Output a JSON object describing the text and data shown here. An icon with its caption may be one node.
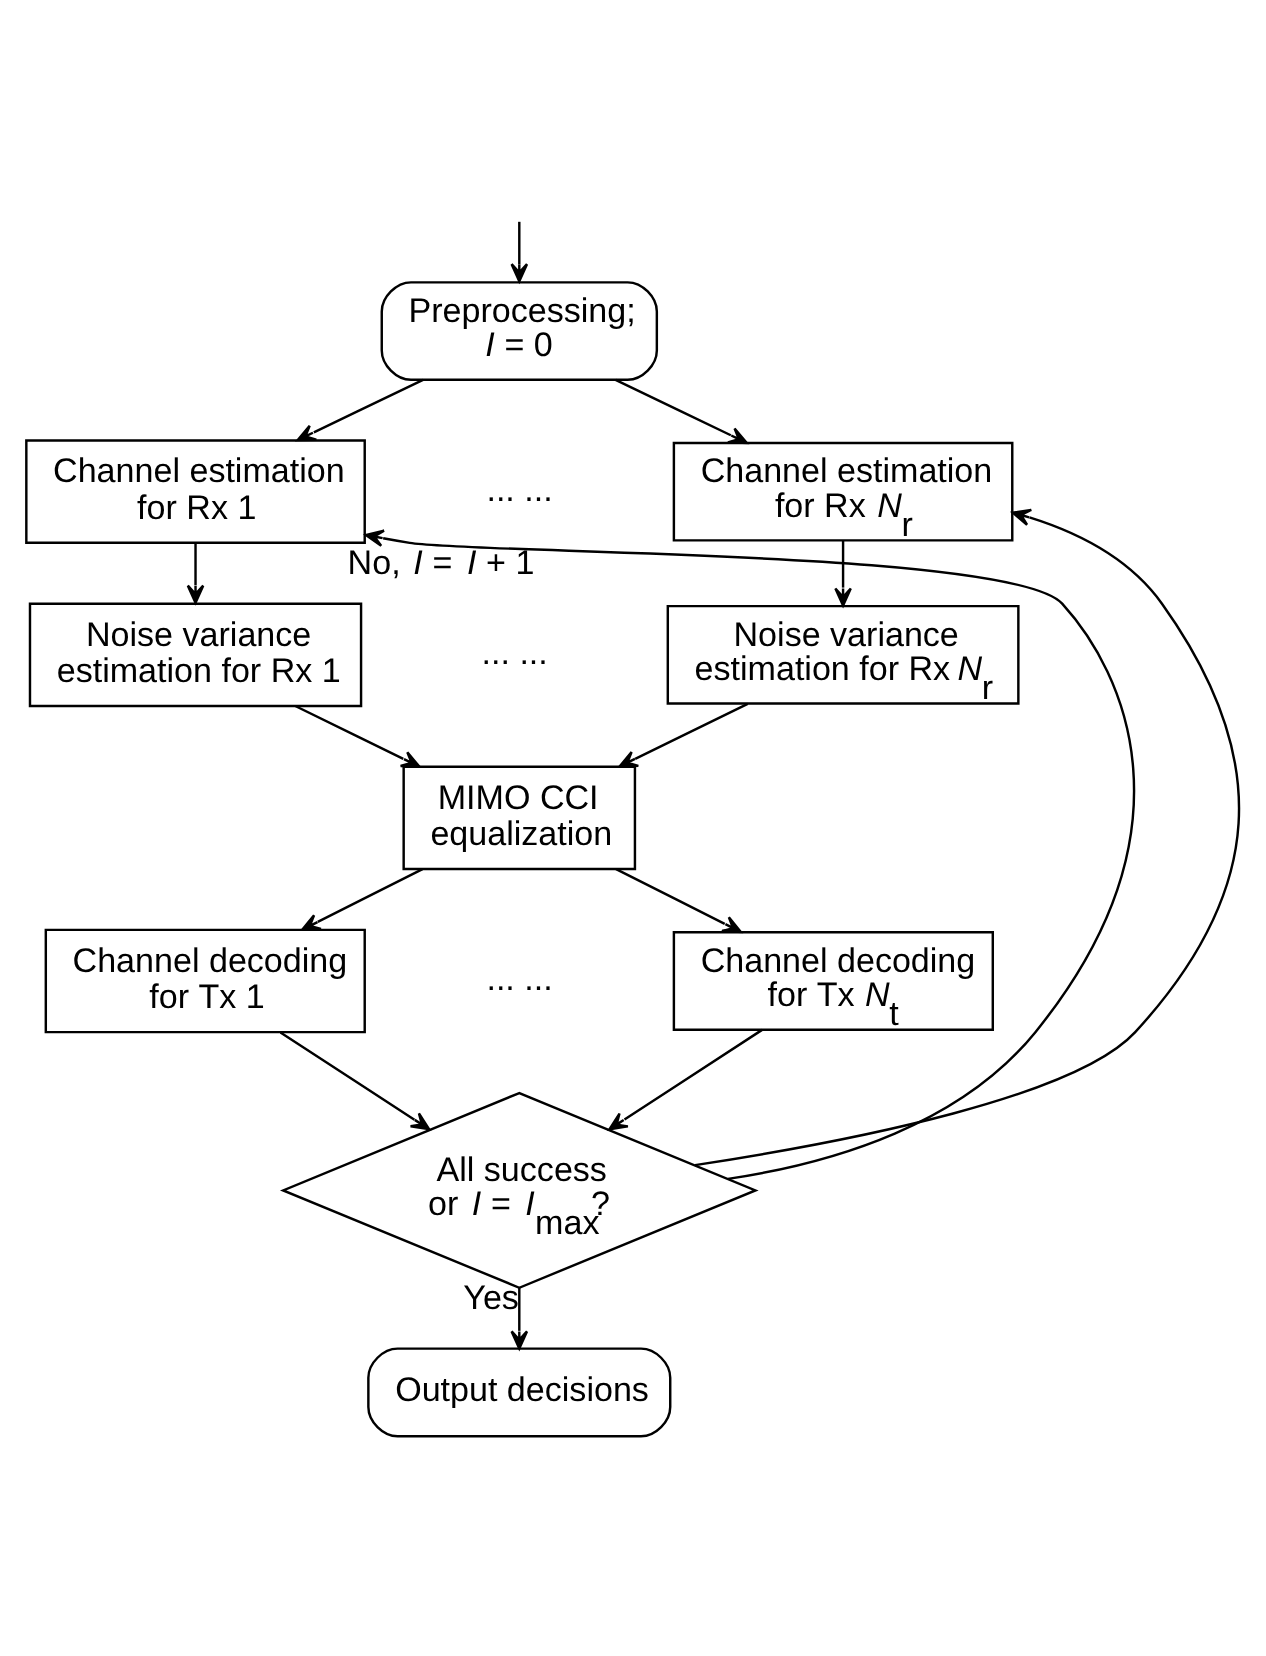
{
  "diagram": {
    "nodes": [
      {
        "text": [
          "Preprocessing; *I* = 0"
        ]
      },
      {
        "text": [
          "Channel estimation for Rx 1"
        ]
      },
      {
        "text": [
          "Channel estimation for Rx *N*$_{r}$"
        ]
      },
      {
        "text": [
          "Noise variance estimation for Rx 1"
        ]
      },
      {
        "text": [
          "Noise variance estimation for Rx *N*$_{r}$"
        ]
      },
      {
        "text": [
          "MIMO CCI equalization"
        ]
      },
      {
        "text": [
          "Channel decoding for Tx 1"
        ]
      },
      {
        "text": [
          "Channel decoding for Tx *N*$_{t}$"
        ]
      },
      {
        "text": [
          "All success or *I* = *I*$_{max}$?"
        ]
      },
      {
        "text": [
          "Output decisions"
        ]
      }
    ],
    "edges": [
      {
        "from": null,
        "to": 0,
        "arrow": "to"
      },
      {
        "from": 0,
        "to": 1,
        "arrow": "to"
      },
      {
        "from": 0,
        "to": 2,
        "arrow": "to"
      },
      {
        "from": 1,
        "to": 3,
        "arrow": "to"
      },
      {
        "from": 2,
        "to": 4,
        "arrow": "to"
      },
      {
        "from": 3,
        "to": 5,
        "arrow": "to"
      },
      {
        "from": 4,
        "to": 5,
        "arrow": "to"
      },
      {
        "from": 5,
        "to": 6,
        "arrow": "to"
      },
      {
        "from": 5,
        "to": 7,
        "arrow": "to"
      },
      {
        "from": 6,
        "to": 8,
        "arrow": "to"
      },
      {
        "from": 7,
        "to": 8,
        "arrow": "to"
      },
      {
        "from": 8,
        "to": 9,
        "arrow": "to",
        "label": "Yes"
      },
      {
        "from": 8,
        "to": 1,
        "arrow": "to",
        "label": "No, *I* = *I* + 1"
      },
      {
        "from": 8,
        "to": 2,
        "arrow": "to"
      }
    ],
    "labels": [
      "... ...",
      "... ...",
      "... ..."
    ]
  }
}
